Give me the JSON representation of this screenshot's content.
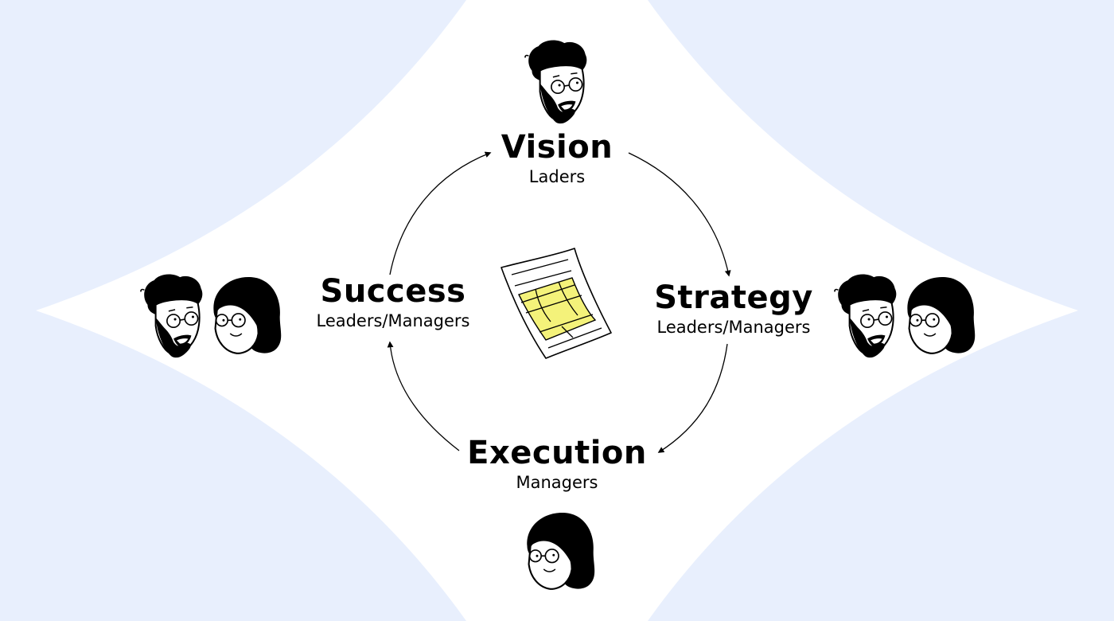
{
  "diagram": {
    "type": "cycle",
    "colors": {
      "background": "#E8EFFD",
      "star": "#FFFFFF",
      "ink": "#000000",
      "sheet_highlight": "#F4F27A"
    },
    "center_icon": "spreadsheet-document-icon",
    "nodes": [
      {
        "id": "vision",
        "title": "Vision",
        "role": "Laders",
        "avatars": [
          "man-with-glasses-avatar"
        ]
      },
      {
        "id": "strategy",
        "title": "Strategy",
        "role": "Leaders/Managers",
        "avatars": [
          "man-with-glasses-avatar",
          "woman-with-glasses-avatar"
        ]
      },
      {
        "id": "execution",
        "title": "Execution",
        "role": "Managers",
        "avatars": [
          "woman-with-glasses-avatar"
        ]
      },
      {
        "id": "success",
        "title": "Success",
        "role": "Leaders/Managers",
        "avatars": [
          "man-with-glasses-avatar",
          "woman-with-glasses-avatar"
        ]
      }
    ],
    "edges": [
      {
        "from": "vision",
        "to": "strategy"
      },
      {
        "from": "strategy",
        "to": "execution"
      },
      {
        "from": "execution",
        "to": "success"
      },
      {
        "from": "success",
        "to": "vision"
      }
    ]
  }
}
